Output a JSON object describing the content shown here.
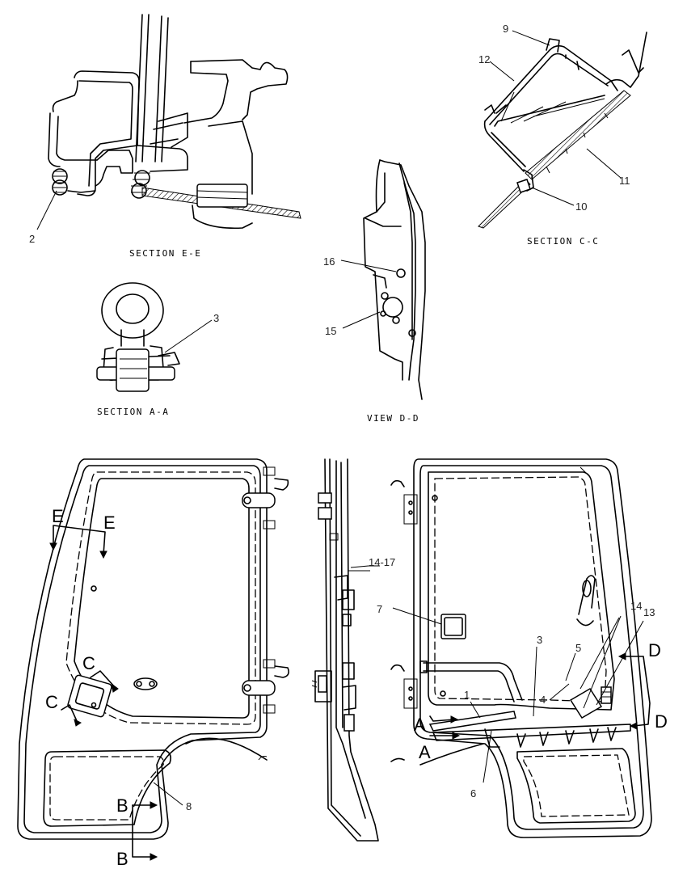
{
  "captions": {
    "section_e": "SECTION E-E",
    "section_c": "SECTION C-C",
    "section_a": "SECTION A-A",
    "view_d": "VIEW D-D"
  },
  "callouts": {
    "c1": "1",
    "c2": "2",
    "c3a": "3",
    "c3b": "3",
    "c4": "4",
    "c5": "5",
    "c6": "6",
    "c7": "7",
    "c8": "8",
    "c9": "9",
    "c10": "10",
    "c11": "11",
    "c12": "12",
    "c13": "13",
    "c14": "14",
    "c15": "15",
    "c16": "16",
    "c1417": "14-17"
  },
  "section_markers": {
    "e1": "E",
    "e2": "E",
    "c1": "C",
    "c2": "C",
    "b1": "B",
    "b2": "B",
    "a1": "A",
    "a2": "A",
    "d1": "D",
    "d2": "D"
  }
}
